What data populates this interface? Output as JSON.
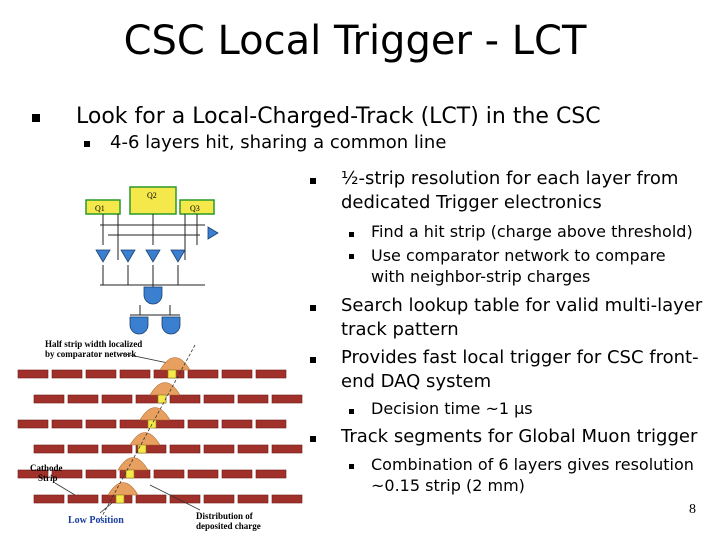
{
  "slide": {
    "title": "CSC Local Trigger  - LCT",
    "page_number": "8"
  },
  "bullets": {
    "b1": "Look for a Local-Charged-Track (LCT) in the CSC",
    "b1_1": "4-6 layers hit, sharing a common line",
    "r1_line1": "½-strip resolution for each layer from",
    "r1_line2": "dedicated Trigger electronics",
    "r1_a": "Find a hit strip (charge above threshold)",
    "r1_b_line1": "Use comparator network to compare",
    "r1_b_line2": "with neighbor-strip charges",
    "r2_line1": "Search lookup table for valid multi-layer",
    "r2_line2": "track pattern",
    "r3_line1": "Provides fast local trigger for CSC front-",
    "r3_line2": "end DAQ system",
    "r3_a": "Decision time ~1 μs",
    "r4": "Track segments for Global Muon trigger",
    "r4_a_line1": "Combination of 6 layers gives resolution",
    "r4_a_line2": "~0.15 strip (2 mm)"
  },
  "figure": {
    "q1": "Q1",
    "q2": "Q2",
    "q3": "Q3",
    "half_strip_line1": "Half strip width localized",
    "half_strip_line2": "by comparator network",
    "cathode_line1": "Cathode",
    "cathode_line2": "Strip",
    "low_position": "Low Position",
    "distribution_line1": "Distribution of",
    "distribution_line2": "deposited charge"
  },
  "colors": {
    "brick": "#a0302a",
    "brick_dark": "#6e1a16",
    "amp_blue": "#3a7fd0",
    "q_box": "#f4e84a",
    "q_border": "#2a9a2a",
    "charge_orange": "#e8a060"
  }
}
